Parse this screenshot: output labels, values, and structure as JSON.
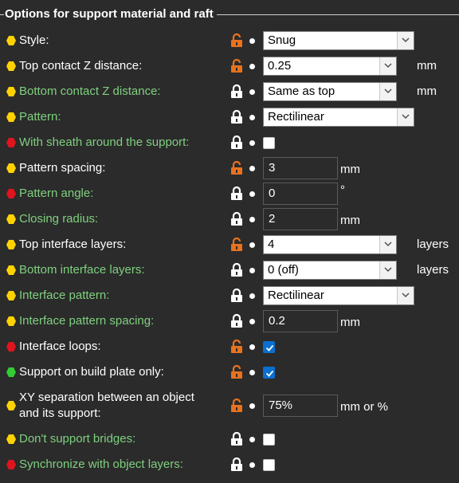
{
  "group": {
    "title": "Options for support material and raft"
  },
  "colors": {
    "yellow": "#ffd200",
    "red": "#e0141e",
    "green": "#32cd32",
    "lock_open": "#e8721e",
    "lock_closed": "#ffffff",
    "checkbox_checked": "#0a6fd0"
  },
  "rows": [
    {
      "marker": "yellow",
      "label": "Style:",
      "label_color": "white",
      "lock": "unlocked",
      "control": "combo",
      "value": "Snug",
      "unit": ""
    },
    {
      "marker": "yellow",
      "label": "Top contact Z distance:",
      "label_color": "white",
      "lock": "unlocked",
      "control": "spin-combo",
      "value": "0.25",
      "unit": "mm"
    },
    {
      "marker": "yellow",
      "label": "Bottom contact Z distance:",
      "label_color": "green",
      "lock": "locked",
      "control": "spin-combo",
      "value": "Same as top",
      "unit": "mm"
    },
    {
      "marker": "yellow",
      "label": "Pattern:",
      "label_color": "green",
      "lock": "locked",
      "control": "combo",
      "value": "Rectilinear",
      "unit": ""
    },
    {
      "marker": "red",
      "label": "With sheath around the support:",
      "label_color": "green",
      "lock": "locked",
      "control": "checkbox",
      "checked": false
    },
    {
      "marker": "yellow",
      "label": "Pattern spacing:",
      "label_color": "white",
      "lock": "unlocked",
      "control": "text",
      "value": "3",
      "unit": "mm"
    },
    {
      "marker": "red",
      "label": "Pattern angle:",
      "label_color": "green",
      "lock": "locked",
      "control": "text",
      "value": "0",
      "unit": "°"
    },
    {
      "marker": "yellow",
      "label": "Closing radius:",
      "label_color": "green",
      "lock": "locked",
      "control": "text",
      "value": "2",
      "unit": "mm"
    },
    {
      "marker": "yellow",
      "label": "Top interface layers:",
      "label_color": "white",
      "lock": "unlocked",
      "control": "spin-combo",
      "value": "4",
      "unit": "layers"
    },
    {
      "marker": "yellow",
      "label": "Bottom interface layers:",
      "label_color": "green",
      "lock": "locked",
      "control": "spin-combo",
      "value": "0 (off)",
      "unit": "layers"
    },
    {
      "marker": "yellow",
      "label": "Interface pattern:",
      "label_color": "green",
      "lock": "locked",
      "control": "combo",
      "value": "Rectilinear",
      "unit": ""
    },
    {
      "marker": "yellow",
      "label": "Interface pattern spacing:",
      "label_color": "green",
      "lock": "locked",
      "control": "text",
      "value": "0.2",
      "unit": "mm"
    },
    {
      "marker": "red",
      "label": "Interface loops:",
      "label_color": "white",
      "lock": "unlocked",
      "control": "checkbox",
      "checked": true
    },
    {
      "marker": "green",
      "label": "Support on build plate only:",
      "label_color": "white",
      "lock": "unlocked",
      "control": "checkbox",
      "checked": true
    },
    {
      "marker": "yellow",
      "label_line1": "XY separation between an object",
      "label_line2": "and its support:",
      "label_color": "white",
      "lock": "unlocked",
      "control": "text",
      "value": "75%",
      "unit": "mm or %"
    },
    {
      "marker": "yellow",
      "label": "Don't support bridges:",
      "label_color": "green",
      "lock": "locked",
      "control": "checkbox",
      "checked": false
    },
    {
      "marker": "red",
      "label": "Synchronize with object layers:",
      "label_color": "green",
      "lock": "locked",
      "control": "checkbox",
      "checked": false
    }
  ]
}
